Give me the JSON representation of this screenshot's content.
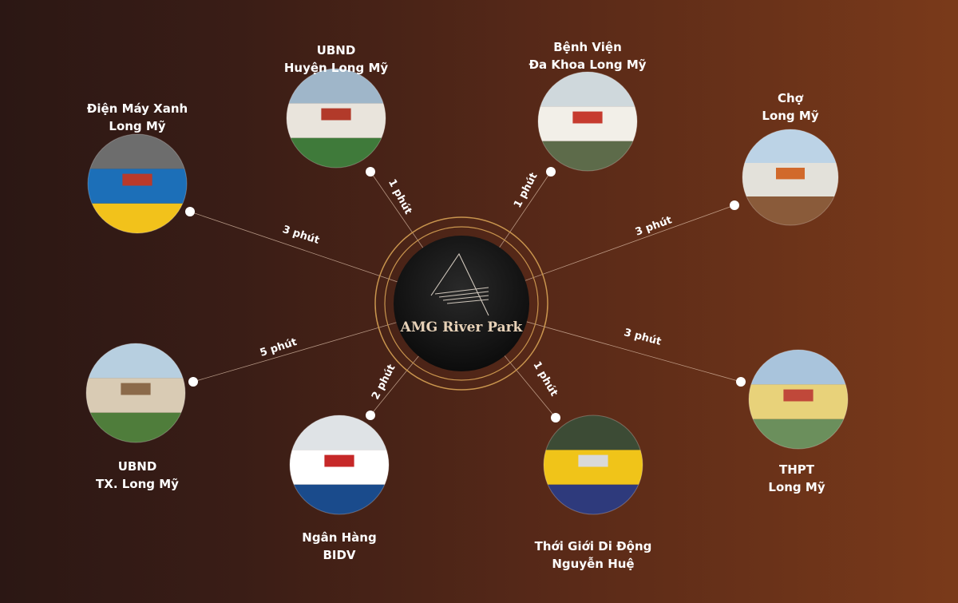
{
  "center": {
    "title": "AMG River Park"
  },
  "colors": {
    "ring": "#c9954e",
    "line": "#e6c7b0",
    "dot": "#ffffff",
    "label": "#ffffff"
  },
  "destinations": [
    {
      "id": "ubnd-huyen",
      "name_lines": [
        "UBND",
        "Huyện Long Mỹ"
      ],
      "time": "1 phút",
      "photo": "government-building-photo"
    },
    {
      "id": "benh-vien",
      "name_lines": [
        "Bệnh Viện",
        "Đa Khoa Long Mỹ"
      ],
      "time": "1 phút",
      "photo": "hospital-photo"
    },
    {
      "id": "cho",
      "name_lines": [
        "Chợ",
        "Long Mỹ"
      ],
      "time": "3 phút",
      "photo": "market-photo"
    },
    {
      "id": "thpt",
      "name_lines": [
        "THPT",
        "Long Mỹ"
      ],
      "time": "3 phút",
      "photo": "school-photo"
    },
    {
      "id": "tgdd",
      "name_lines": [
        "Thới Giới Di Động",
        "Nguyễn Huệ"
      ],
      "time": "1 phút",
      "photo": "phone-store-photo"
    },
    {
      "id": "bidv",
      "name_lines": [
        "Ngân Hàng",
        "BIDV"
      ],
      "time": "2 phút",
      "photo": "bank-photo"
    },
    {
      "id": "ubnd-tx",
      "name_lines": [
        "UBND",
        "TX. Long Mỹ"
      ],
      "time": "5 phút",
      "photo": "town-hall-sign-photo"
    },
    {
      "id": "dien-may",
      "name_lines": [
        "Điện Máy Xanh",
        "Long Mỹ"
      ],
      "time": "3 phút",
      "photo": "electronics-store-photo"
    }
  ]
}
